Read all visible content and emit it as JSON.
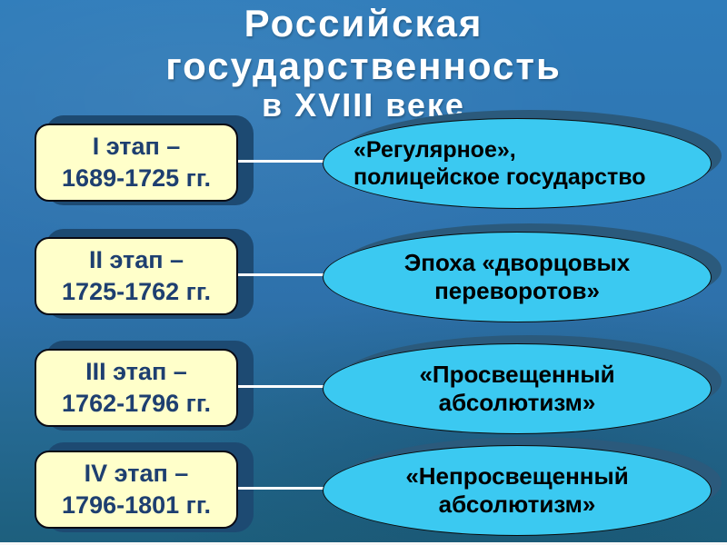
{
  "slide": {
    "title_lines": [
      "Российская",
      "государственность",
      "в XVIII веке"
    ],
    "rows": [
      {
        "stage": {
          "line1": "I этап –",
          "line2": "1689-1725 гг."
        },
        "desc": [
          "«Регулярное»,",
          "полицейское государство"
        ]
      },
      {
        "stage": {
          "line1": "II этап –",
          "line2": "1725-1762 гг."
        },
        "desc": [
          "Эпоха «дворцовых",
          "переворотов»"
        ]
      },
      {
        "stage": {
          "line1": "III этап –",
          "line2": "1762-1796 гг."
        },
        "desc": [
          "«Просвещенный",
          "абсолютизм»"
        ]
      },
      {
        "stage": {
          "line1": "IV этап –",
          "line2": "1796-1801 гг."
        },
        "desc": [
          "«Непросвещенный",
          "абсолютизм»"
        ]
      }
    ],
    "colors": {
      "background_top": "#2f7cba",
      "background_bottom": "#1d5f7d",
      "title_text": "#ffffff",
      "stage_box_fill": "#ffffca",
      "stage_box_border": "#000000",
      "stage_box_text": "#1e3f70",
      "stage_box_shadow": "#1d4a72",
      "ellipse_fill": "#3bc9f1",
      "ellipse_border": "#000000",
      "ellipse_text": "#000000",
      "ellipse_shadow": "#2b5a7c",
      "connector_line": "#ffffff",
      "bottom_strip": "#f7f7f7"
    }
  }
}
